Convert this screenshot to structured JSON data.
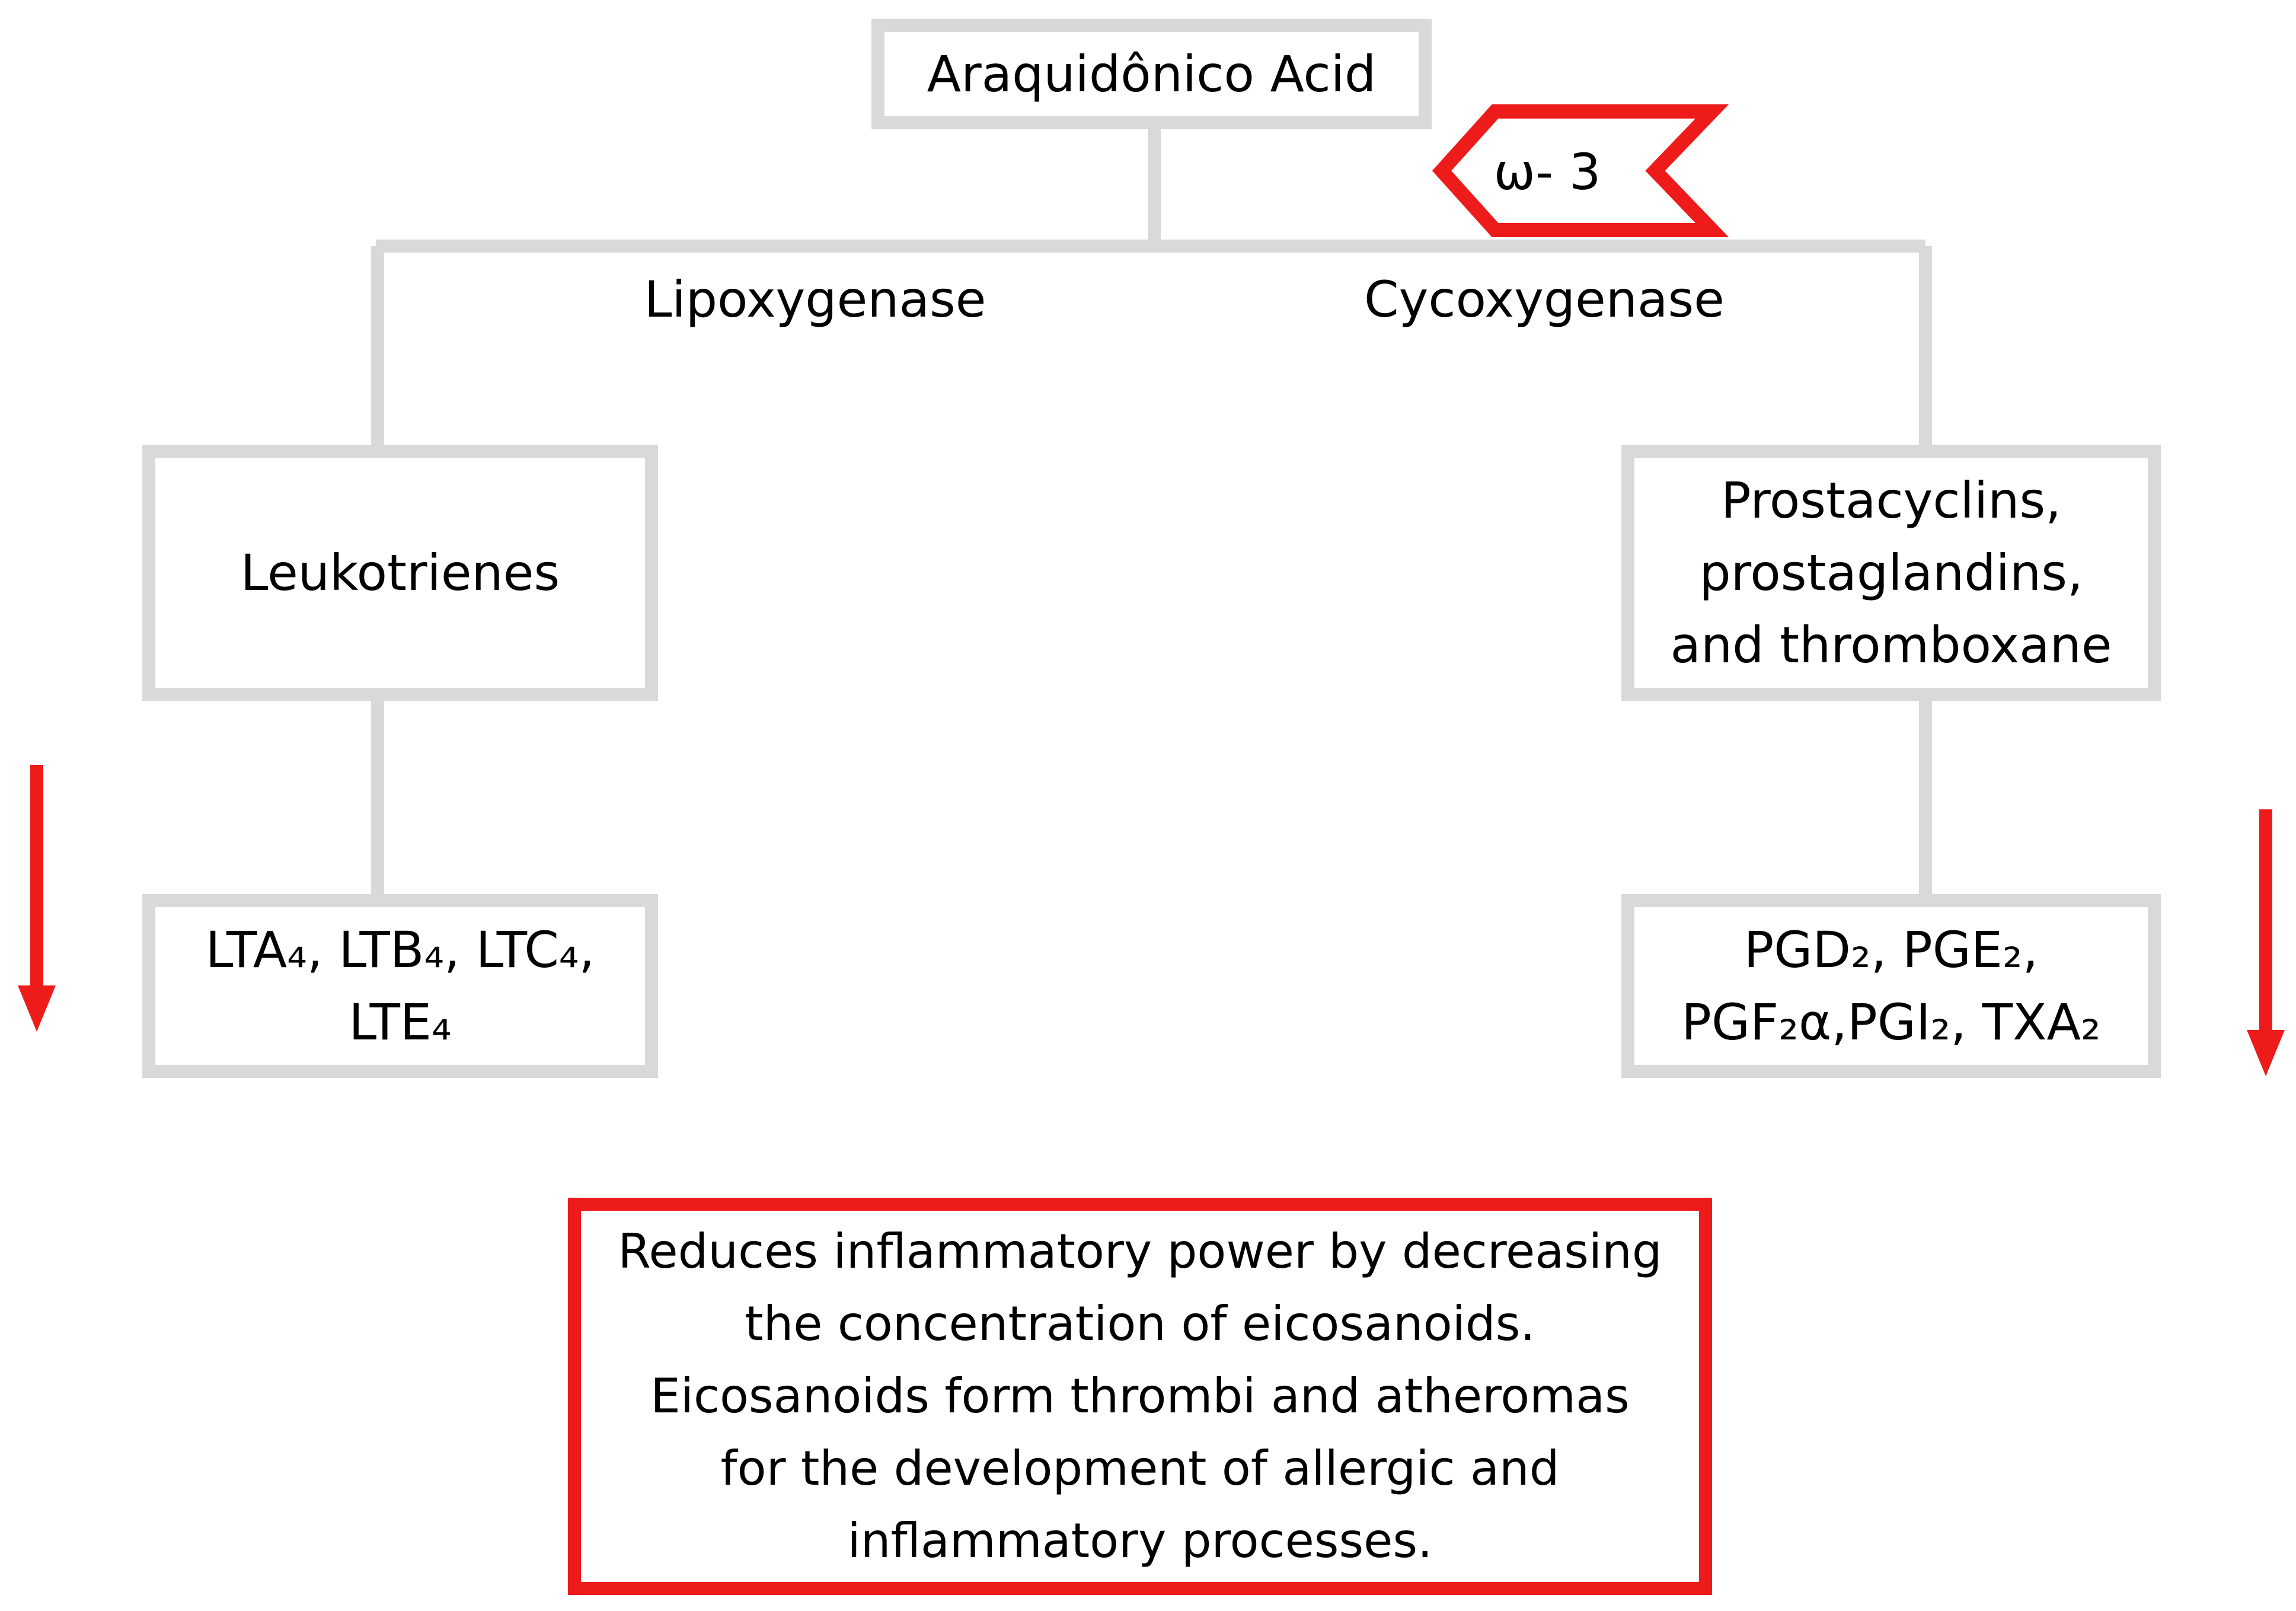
{
  "colors": {
    "connector": "#d9d9d9",
    "accent": "#ee1b1b",
    "text": "#000000"
  },
  "nodes": {
    "root": "Araquidônico Acid",
    "leukotrienes": "Leukotrienes",
    "prostanoids_lines": [
      "Prostacyclins,",
      "prostaglandins,",
      "and thromboxane"
    ],
    "lt_products_lines": [
      "LTA₄, LTB₄, LTC₄,",
      "LTE₄"
    ],
    "pg_products_lines": [
      "PGD₂, PGE₂,",
      "PGF₂α,PGI₂, TXA₂"
    ]
  },
  "branches": {
    "left_enzyme": "Lipoxygenase",
    "right_enzyme": "Cycoxygenase"
  },
  "omega_tag": "ω- 3",
  "indicators": {
    "left_arrow": "arrow-down-icon",
    "right_arrow": "arrow-down-icon"
  },
  "note_lines": [
    "Reduces inflammatory power by decreasing",
    "the concentration of eicosanoids.",
    "Eicosanoids form thrombi and atheromas",
    "for the development of allergic and",
    "inflammatory processes."
  ]
}
